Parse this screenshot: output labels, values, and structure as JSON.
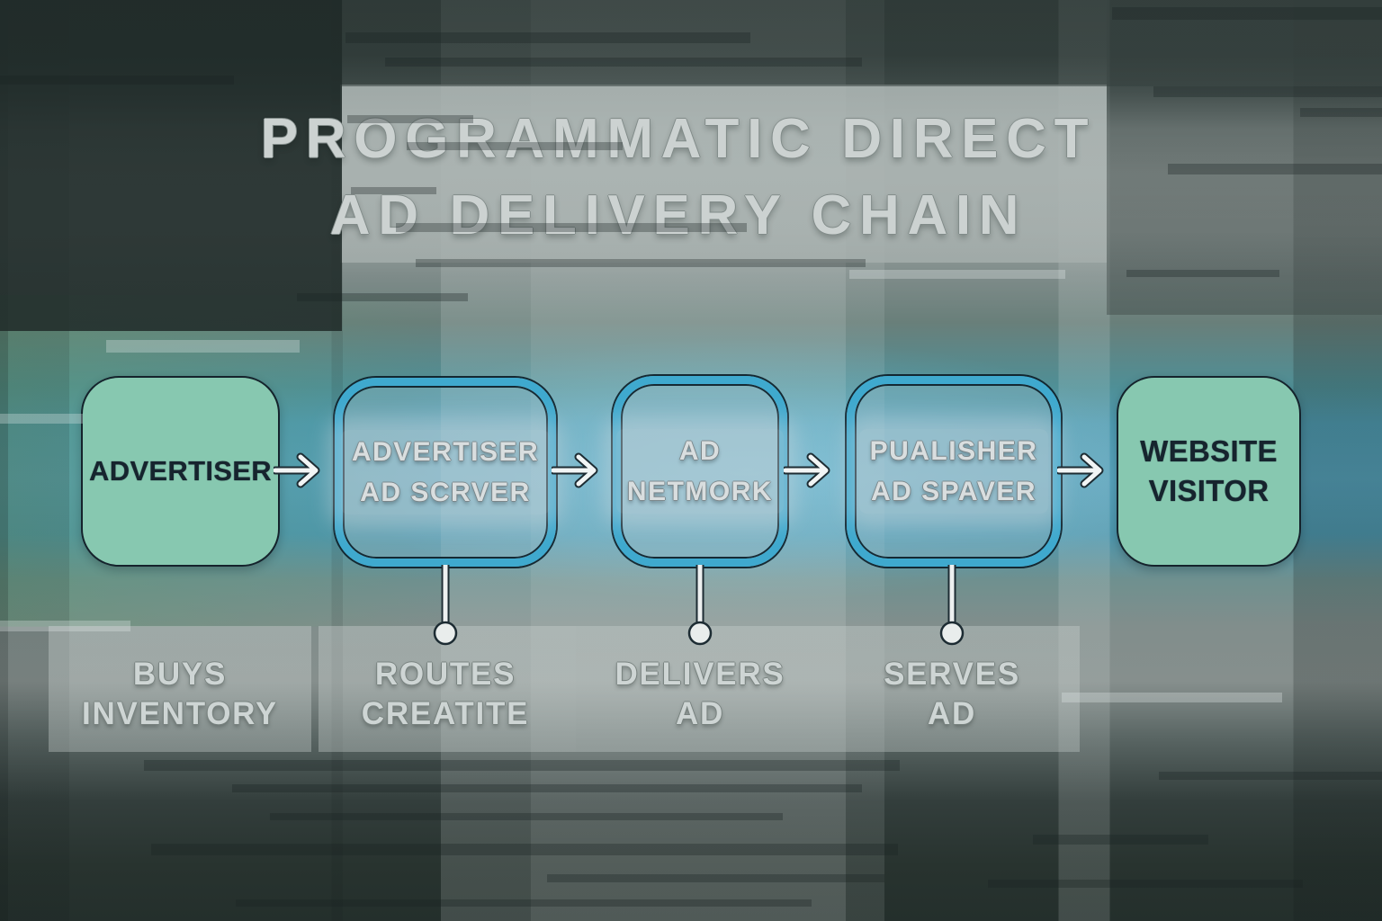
{
  "title": {
    "line1": "PROGRAMMATIC DIRECT",
    "line2": "AD DELIVERY CHAIN"
  },
  "nodes": [
    {
      "label": "ADVERTISER"
    },
    {
      "line1": "ADVERTISER",
      "line2": "AD SCRVER"
    },
    {
      "line1": "AD",
      "line2": "NETMORK"
    },
    {
      "line1": "PUALISHER",
      "line2": "AD SPAVER"
    },
    {
      "line1": "WEBSITE",
      "line2": "VISITOR"
    }
  ],
  "captions": [
    {
      "line1": "BUYS",
      "line2": "INVENTORY"
    },
    {
      "line1": "ROUTES",
      "line2": "CREATITE"
    },
    {
      "line1": "DELIVERS",
      "line2": "AD"
    },
    {
      "line1": "SERVES",
      "line2": "AD"
    }
  ],
  "colors": {
    "solid_node_fill": "#87c8b0",
    "solid_node_text": "#16242e",
    "outline_node_border": "#3fa9ce",
    "outline_node_text": "#d9dedf",
    "title_text": "#ccd2d1",
    "caption_text": "#ced5d4",
    "arrow": "#f2f5f5",
    "background_teal": "#549fb8",
    "background_dark": "#27322f"
  }
}
